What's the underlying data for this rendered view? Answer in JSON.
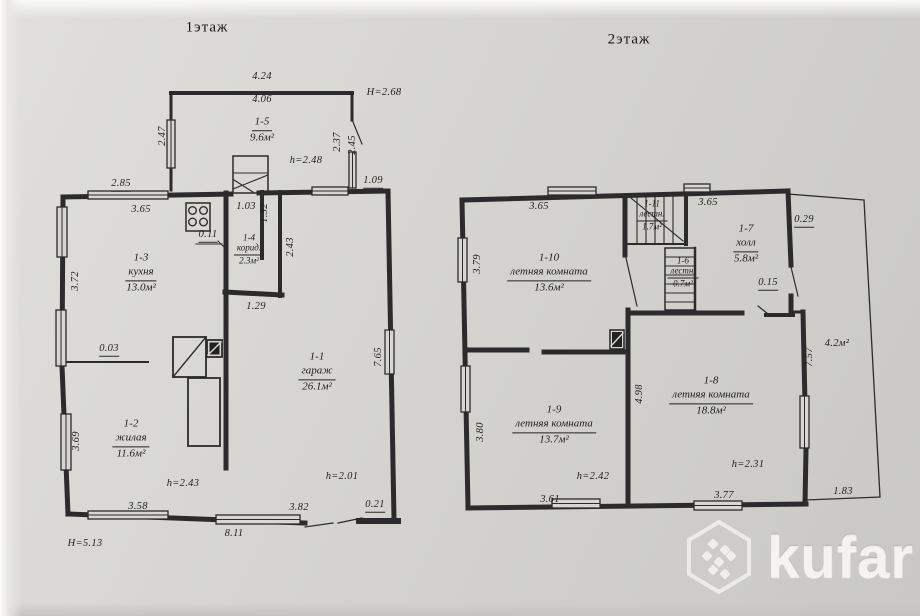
{
  "page": {
    "floor1_title": "1этаж",
    "floor2_title": "2этаж"
  },
  "watermark": {
    "text": "kufar"
  },
  "floor1": {
    "rooms": {
      "veranda": {
        "num": "1-5",
        "area": "9.6м²"
      },
      "corridor": {
        "num": "1-4",
        "name": "корид.",
        "area": "2.3м²"
      },
      "kitchen": {
        "num": "1-3",
        "name": "кухня",
        "area": "13.0м²"
      },
      "living": {
        "num": "1-2",
        "name": "жилая",
        "area": "11.6м²"
      },
      "garage": {
        "num": "1-1",
        "name": "гараж",
        "area": "26.1м²"
      }
    },
    "dims": {
      "veranda_w_outer": "4.24",
      "veranda_w_inner": "4.06",
      "veranda_H": "H=2.68",
      "veranda_left": "2.47",
      "veranda_right_a": "2.37",
      "veranda_right_b": "2.45",
      "veranda_h": "h=2.48",
      "top_right": "1.09",
      "kitchen_top_outer": "2.85",
      "kitchen_top": "3.65",
      "hall_top": "1.03",
      "stove_gap": "0.11",
      "hall_side": "1.32",
      "garage_wall": "2.43",
      "hall_bottom": "1.29",
      "kitchen_left": "3.72",
      "partition": "0.03",
      "living_left": "3.69",
      "living_h": "h=2.43",
      "garage_h": "h=2.01",
      "garage_right": "7.65",
      "living_bottom": "3.58",
      "garage_bottom": "3.82",
      "step": "0.21",
      "total_bottom": "8.11",
      "total_H": "H=5.13"
    }
  },
  "floor2": {
    "rooms": {
      "stairs_upper": {
        "num": "1-11",
        "name": "лестн.",
        "area": "1.7м²"
      },
      "hall": {
        "num": "1-7",
        "name": "холл",
        "area": "5.8м²"
      },
      "stairs_lower": {
        "num": "1-6",
        "name": "лестн.",
        "area": "0.7м²"
      },
      "room10": {
        "num": "1-10",
        "name": "летняя комната",
        "area": "13.6м²"
      },
      "room9": {
        "num": "1-9",
        "name": "летняя комната",
        "area": "13.7м²"
      },
      "room8": {
        "num": "1-8",
        "name": "летняя комната",
        "area": "18.8м²"
      }
    },
    "dims": {
      "room10_top": "3.65",
      "hall_top": "3.65",
      "step_right": "0.29",
      "door_step": "0.15",
      "room10_left": "3.79",
      "terrace_area": "4.2м²",
      "terrace_right": "7.57",
      "mid_wall": "4.98",
      "room9_left": "3.80",
      "room9_h": "h=2.42",
      "room8_h": "h=2.31",
      "room9_bottom": "3.61",
      "room8_bottom": "3.77",
      "terrace_bottom": "1.83"
    }
  }
}
